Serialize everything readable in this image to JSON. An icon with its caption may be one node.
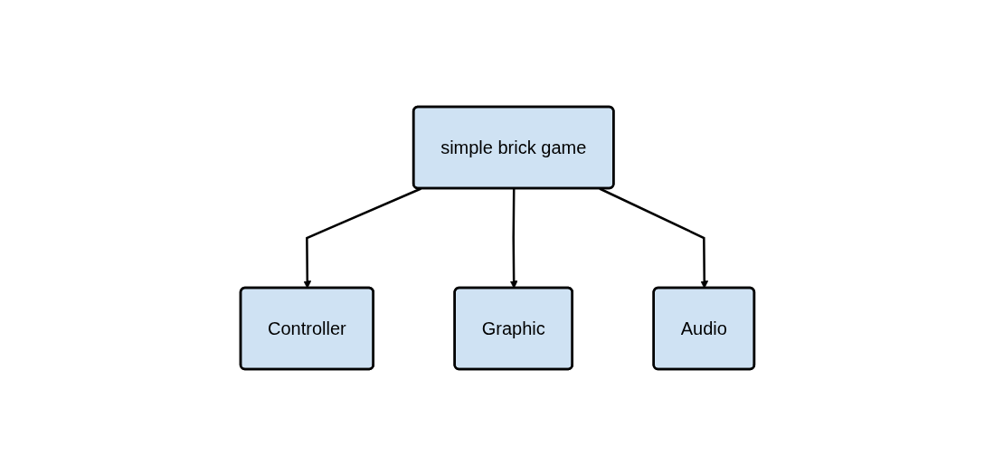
{
  "diagram": {
    "nodes": [
      {
        "text": [
          "simple brick game"
        ]
      },
      {
        "text": [
          "Controller"
        ]
      },
      {
        "text": [
          "Graphic"
        ]
      },
      {
        "text": [
          "Audio"
        ]
      }
    ],
    "edges": [
      {
        "from": 0,
        "to": 1,
        "arrow": "to"
      },
      {
        "from": 0,
        "to": 2,
        "arrow": "to"
      },
      {
        "from": 0,
        "to": 3,
        "arrow": "to"
      }
    ]
  }
}
